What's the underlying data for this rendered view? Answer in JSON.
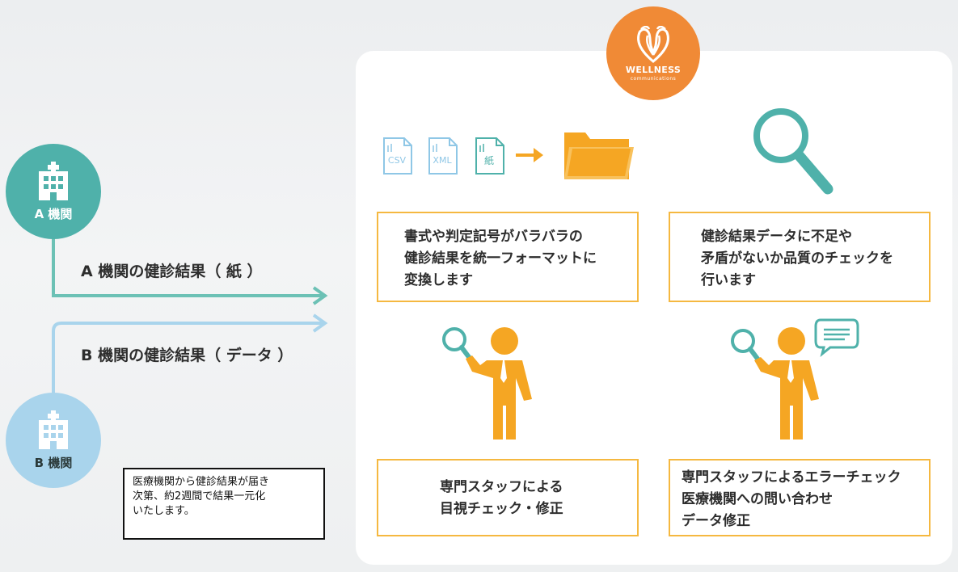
{
  "institutions": {
    "a": {
      "label": "A 機関",
      "color": "#4fb1aa"
    },
    "b": {
      "label": "B 機関",
      "color": "#a9d4ec"
    }
  },
  "flows": {
    "a_label": "A 機関の健診結果（ 紙 ）",
    "b_label": "B 機関の健診結果（ データ ）"
  },
  "logo": {
    "word": "WELLNESS",
    "sub": "communications",
    "color": "#f08a36"
  },
  "files": [
    "CSV",
    "XML",
    "紙"
  ],
  "steps": {
    "format": [
      "書式や判定記号がバラバラの",
      "健診結果を統一フォーマットに",
      "変換します"
    ],
    "quality": [
      "健診結果データに不足や",
      "矛盾がないか品質のチェックを",
      "行います"
    ],
    "visual": [
      "専門スタッフによる",
      "目視チェック・修正"
    ],
    "error": [
      "専門スタッフによるエラーチェック",
      "医療機関への問い合わせ",
      "データ修正"
    ]
  },
  "note": [
    "医療機関から健診結果が届き",
    "次第、約2週間で結果一元化",
    "いたします。"
  ],
  "colors": {
    "accent": "#f5a623",
    "teal": "#4fb1aa",
    "light_blue": "#a9d4ec",
    "box_border": "#f5b840"
  }
}
